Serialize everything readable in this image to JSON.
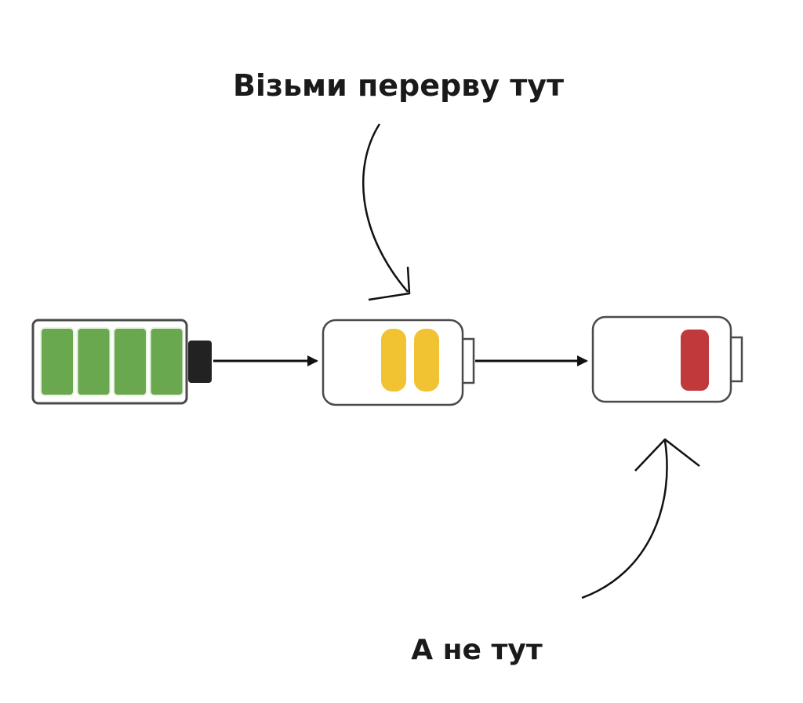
{
  "captions": {
    "top": "Візьми перерву тут",
    "bottom": "А не тут"
  },
  "batteries": [
    {
      "charge_bars": 4,
      "total_bars": 4,
      "state": "full",
      "fill_color": "#6aa84f",
      "terminal": "solid"
    },
    {
      "charge_bars": 2,
      "total_bars": 4,
      "state": "half",
      "fill_color": "#f1c232",
      "terminal": "outline"
    },
    {
      "charge_bars": 1,
      "total_bars": 4,
      "state": "low",
      "fill_color": "#c0393b",
      "terminal": "outline"
    }
  ],
  "colors": {
    "outline": "#4a4a4a",
    "arrow": "#111111"
  },
  "icons": {
    "battery": "battery-icon",
    "connector_arrow": "right-arrow-icon",
    "pointer_arrow": "curved-arrow-icon"
  }
}
